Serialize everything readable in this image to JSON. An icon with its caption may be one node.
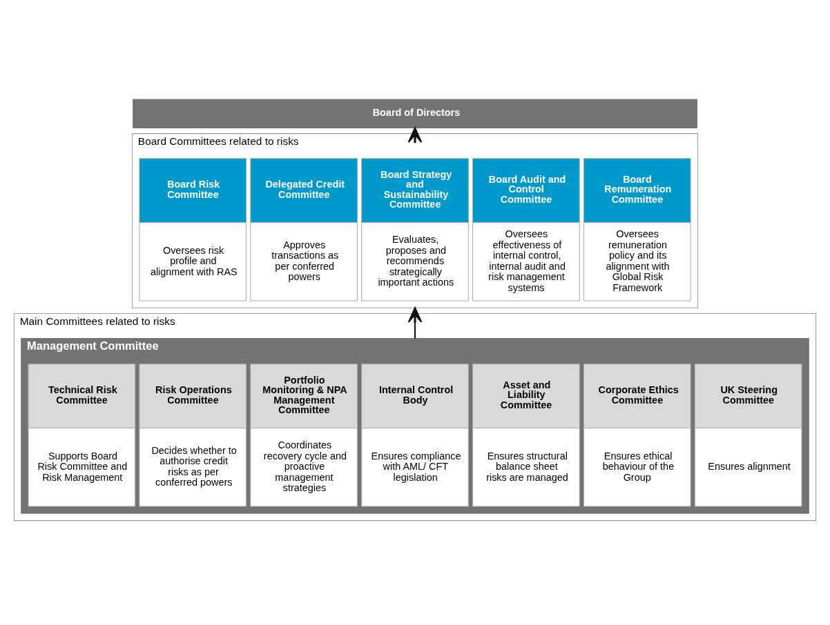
{
  "diagram": {
    "nodes": [
      {
        "text": [
          "Board of Directors"
        ]
      },
      {
        "text": [
          "Board Committees related to risks"
        ]
      },
      {
        "text": [
          "Board Risk Committee",
          "Oversees risk profile and alignment with RAS"
        ],
        "in": 1
      },
      {
        "text": [
          "Delegated Credit Committee",
          "Approves transactions as per conferred powers"
        ],
        "in": 1
      },
      {
        "text": [
          "Board Strategy and Sustainability Committee",
          "Evaluates, proposes and recommends strategically important actions"
        ],
        "in": 1
      },
      {
        "text": [
          "Board Audit and Control Committee",
          "Oversees effectiveness of internal control, internal audit and risk management systems"
        ],
        "in": 1
      },
      {
        "text": [
          "Board Remuneration Committee",
          "Oversees remuneration policy and its alignment with Global Risk Framework"
        ],
        "in": 1
      },
      {
        "text": [
          "Main Committees related to risks"
        ]
      },
      {
        "text": [
          "Management Committee"
        ],
        "in": 7
      },
      {
        "text": [
          "Technical Risk Committee",
          "Supports Board Risk Committee and Risk Management"
        ],
        "in": 8
      },
      {
        "text": [
          "Risk Operations Committee",
          "Decides whether to authorise credit risks as per conferred powers"
        ],
        "in": 8
      },
      {
        "text": [
          "Portfolio Monitoring & NPA Management Committee",
          "Coordinates recovery cycle and proactive management strategies"
        ],
        "in": 8
      },
      {
        "text": [
          "Internal Control Body",
          "Ensures compliance with AML/ CFT legislation"
        ],
        "in": 8
      },
      {
        "text": [
          "Asset and Liability Committee",
          "Ensures structural balance sheet risks are managed"
        ],
        "in": 8
      },
      {
        "text": [
          "Corporate Ethics Committee",
          "Ensures ethical behaviour of the Group"
        ],
        "in": 8
      },
      {
        "text": [
          "UK Steering Committee",
          "Ensures alignment"
        ],
        "in": 8
      }
    ],
    "edges": [
      {
        "from": 1,
        "to": 0,
        "arrow": "to"
      },
      {
        "from": 8,
        "to": 1,
        "arrow": "to"
      }
    ]
  }
}
